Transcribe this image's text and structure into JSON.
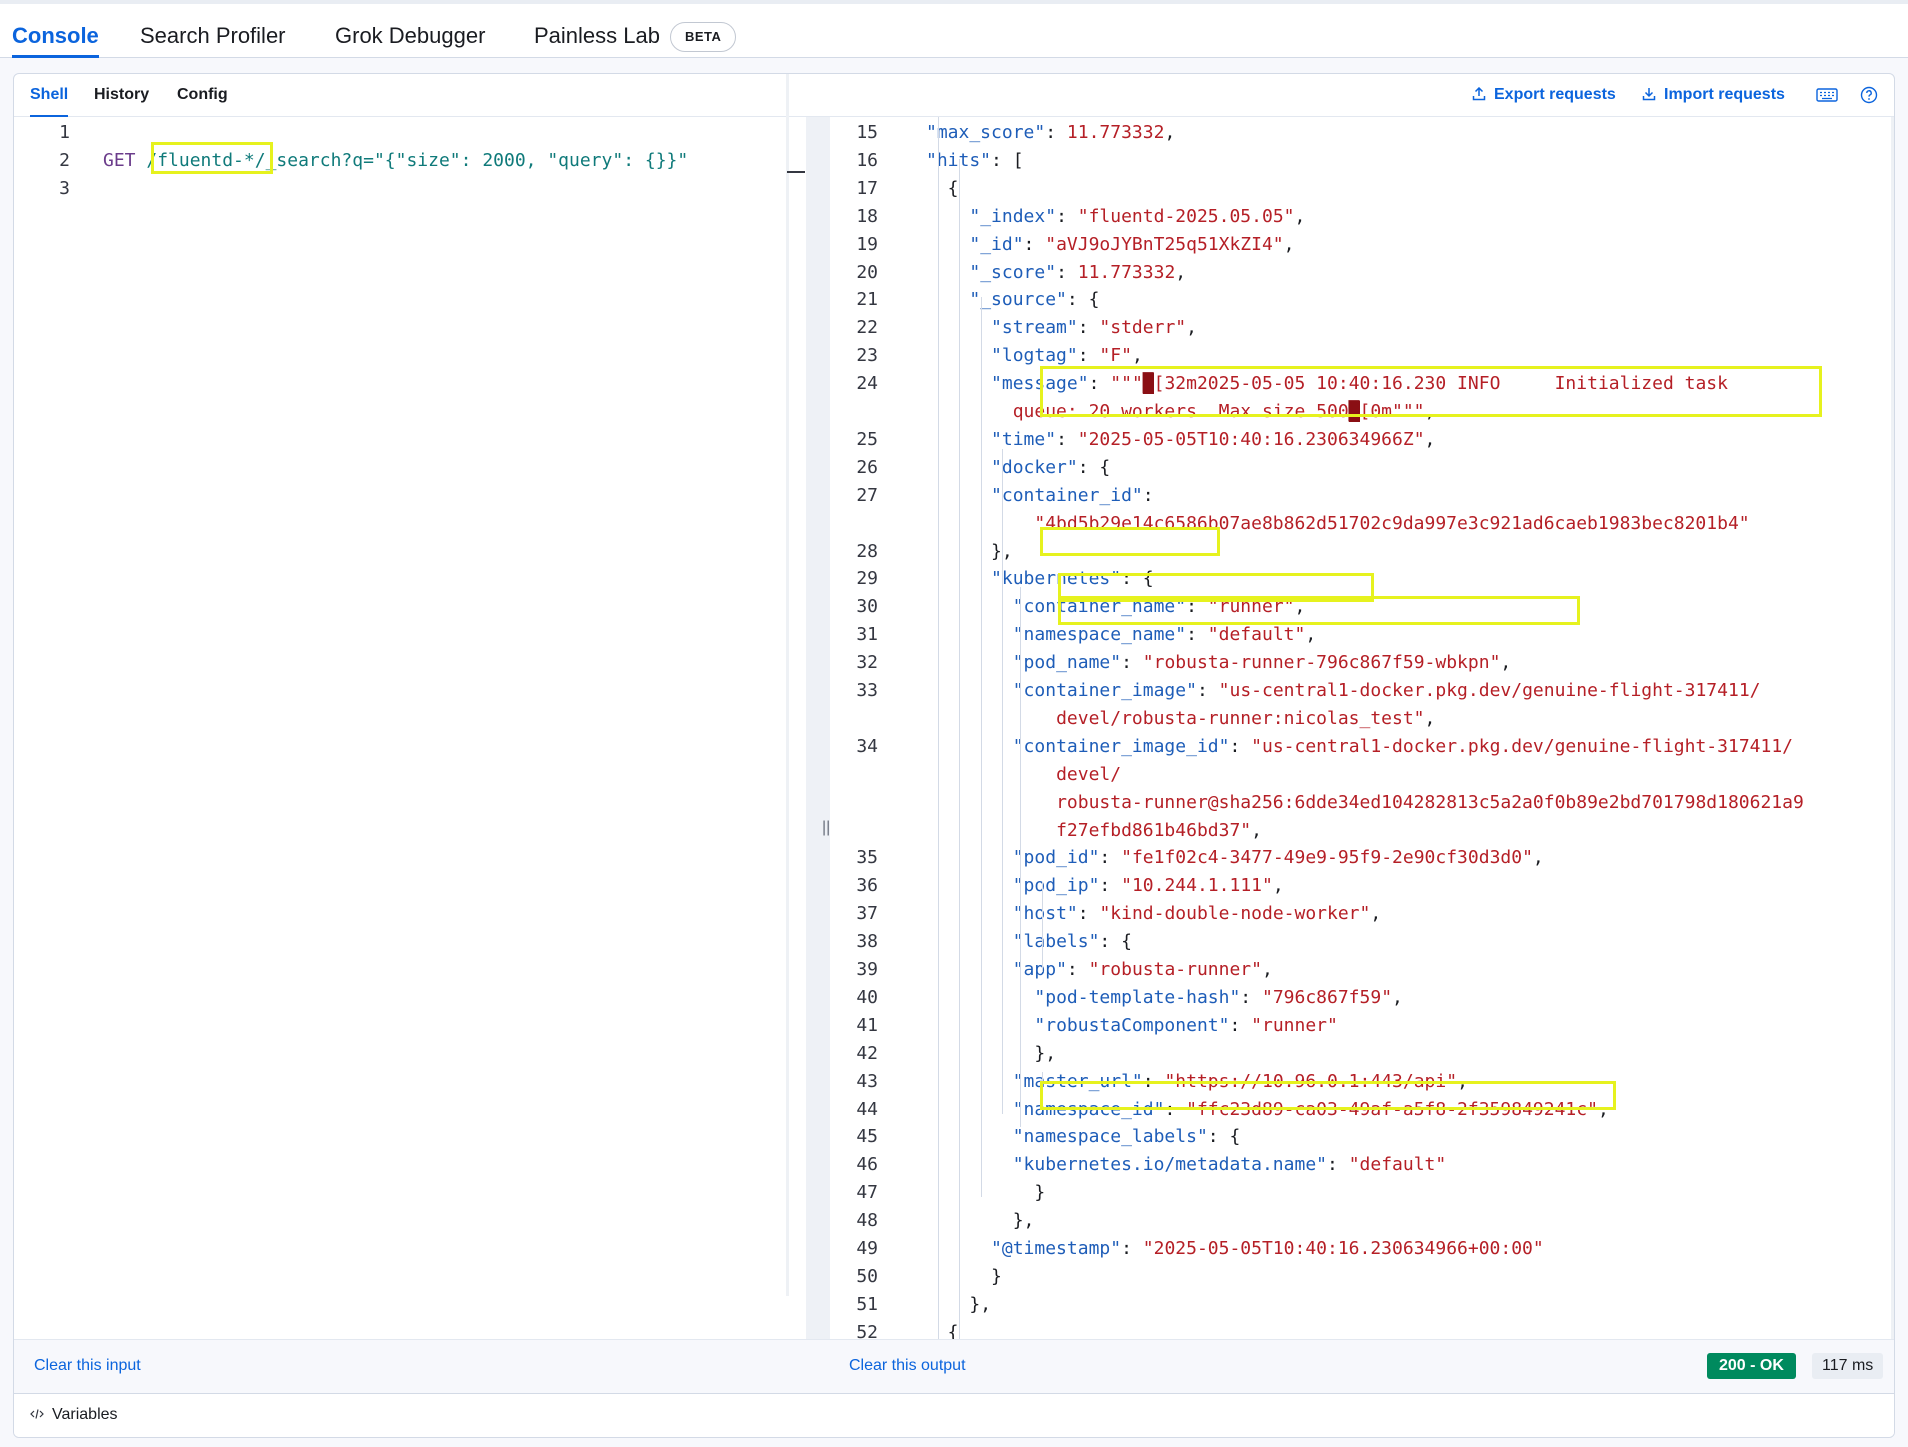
{
  "top_tabs": [
    "Console",
    "Search Profiler",
    "Grok Debugger",
    "Painless Lab"
  ],
  "beta_label": "BETA",
  "sub_tabs": [
    "Shell",
    "History",
    "Config"
  ],
  "toolbar": {
    "export": "Export requests",
    "import": "Import requests"
  },
  "request": {
    "line_numbers": [
      "1",
      "2",
      "3"
    ],
    "method": "GET",
    "path": "/fluentd-*/",
    "rest": "_search?q=\"{\"size\": 2000, \"query\": {}}\""
  },
  "response_lines": [
    {
      "n": "15",
      "t": [
        [
          "k",
          "\"max_score\""
        ],
        [
          "p",
          ": "
        ],
        [
          "n",
          "11.773332"
        ],
        [
          "p",
          ","
        ]
      ]
    },
    {
      "n": "16",
      "t": [
        [
          "k",
          "\"hits\""
        ],
        [
          "p",
          ": ["
        ]
      ]
    },
    {
      "n": "17",
      "t": [
        [
          "p",
          "{"
        ]
      ]
    },
    {
      "n": "18",
      "t": [
        [
          "k",
          "\"_index\""
        ],
        [
          "p",
          ": "
        ],
        [
          "s",
          "\"fluentd-2025.05.05\""
        ],
        [
          "p",
          ","
        ]
      ]
    },
    {
      "n": "19",
      "t": [
        [
          "k",
          "\"_id\""
        ],
        [
          "p",
          ": "
        ],
        [
          "s",
          "\"aVJ9oJYBnT25q51XkZI4\""
        ],
        [
          "p",
          ","
        ]
      ]
    },
    {
      "n": "20",
      "t": [
        [
          "k",
          "\"_score\""
        ],
        [
          "p",
          ": "
        ],
        [
          "n",
          "11.773332"
        ],
        [
          "p",
          ","
        ]
      ]
    },
    {
      "n": "21",
      "t": [
        [
          "k",
          "\"_source\""
        ],
        [
          "p",
          ": {"
        ]
      ]
    },
    {
      "n": "22",
      "t": [
        [
          "k",
          "\"stream\""
        ],
        [
          "p",
          ": "
        ],
        [
          "s",
          "\"stderr\""
        ],
        [
          "p",
          ","
        ]
      ]
    },
    {
      "n": "23",
      "t": [
        [
          "k",
          "\"logtag\""
        ],
        [
          "p",
          ": "
        ],
        [
          "s",
          "\"F\""
        ],
        [
          "p",
          ","
        ]
      ]
    },
    {
      "n": "24",
      "t": [
        [
          "k",
          "\"message\""
        ],
        [
          "p",
          ": "
        ],
        [
          "s",
          "\"\"\""
        ],
        [
          "esc",
          "█"
        ],
        [
          "s",
          "[32m2025-05-05 10:40:16.230 INFO     Initialized task"
        ]
      ]
    },
    {
      "n": "",
      "t": [
        [
          "s",
          "  queue: 20 workers. Max size 500"
        ],
        [
          "esc",
          "█"
        ],
        [
          "s",
          "[0m\"\"\""
        ],
        [
          "p",
          ","
        ]
      ]
    },
    {
      "n": "25",
      "t": [
        [
          "k",
          "\"time\""
        ],
        [
          "p",
          ": "
        ],
        [
          "s",
          "\"2025-05-05T10:40:16.230634966Z\""
        ],
        [
          "p",
          ","
        ]
      ]
    },
    {
      "n": "26",
      "t": [
        [
          "k",
          "\"docker\""
        ],
        [
          "p",
          ": {"
        ]
      ]
    },
    {
      "n": "27",
      "t": [
        [
          "k",
          "\"container_id\""
        ],
        [
          "p",
          ":"
        ]
      ]
    },
    {
      "n": "",
      "t": [
        [
          "s",
          "    \"4bd5b29e14c6586b07ae8b862d51702c9da997e3c921ad6caeb1983bec8201b4\""
        ]
      ]
    },
    {
      "n": "28",
      "t": [
        [
          "p",
          "},"
        ]
      ]
    },
    {
      "n": "29",
      "t": [
        [
          "k",
          "\"kubernetes\""
        ],
        [
          "p",
          ": {"
        ]
      ]
    },
    {
      "n": "30",
      "t": [
        [
          "k",
          "\"container_name\""
        ],
        [
          "p",
          ": "
        ],
        [
          "s",
          "\"runner\""
        ],
        [
          "p",
          ","
        ]
      ]
    },
    {
      "n": "31",
      "t": [
        [
          "k",
          "\"namespace_name\""
        ],
        [
          "p",
          ": "
        ],
        [
          "s",
          "\"default\""
        ],
        [
          "p",
          ","
        ]
      ]
    },
    {
      "n": "32",
      "t": [
        [
          "k",
          "\"pod_name\""
        ],
        [
          "p",
          ": "
        ],
        [
          "s",
          "\"robusta-runner-796c867f59-wbkpn\""
        ],
        [
          "p",
          ","
        ]
      ]
    },
    {
      "n": "33",
      "t": [
        [
          "k",
          "\"container_image\""
        ],
        [
          "p",
          ": "
        ],
        [
          "s",
          "\"us-central1-docker.pkg.dev/genuine-flight-317411/"
        ]
      ]
    },
    {
      "n": "",
      "t": [
        [
          "s",
          "    devel/robusta-runner:nicolas_test\""
        ],
        [
          "p",
          ","
        ]
      ]
    },
    {
      "n": "34",
      "t": [
        [
          "k",
          "\"container_image_id\""
        ],
        [
          "p",
          ": "
        ],
        [
          "s",
          "\"us-central1-docker.pkg.dev/genuine-flight-317411/"
        ]
      ]
    },
    {
      "n": "",
      "t": [
        [
          "s",
          "    devel/"
        ]
      ]
    },
    {
      "n": "",
      "t": [
        [
          "s",
          "    robusta-runner@sha256:6dde34ed104282813c5a2a0f0b89e2bd701798d180621a9"
        ]
      ]
    },
    {
      "n": "",
      "t": [
        [
          "s",
          "    f27efbd861b46bd37\""
        ],
        [
          "p",
          ","
        ]
      ]
    },
    {
      "n": "35",
      "t": [
        [
          "k",
          "\"pod_id\""
        ],
        [
          "p",
          ": "
        ],
        [
          "s",
          "\"fe1f02c4-3477-49e9-95f9-2e90cf30d3d0\""
        ],
        [
          "p",
          ","
        ]
      ]
    },
    {
      "n": "36",
      "t": [
        [
          "k",
          "\"pod_ip\""
        ],
        [
          "p",
          ": "
        ],
        [
          "s",
          "\"10.244.1.111\""
        ],
        [
          "p",
          ","
        ]
      ]
    },
    {
      "n": "37",
      "t": [
        [
          "k",
          "\"host\""
        ],
        [
          "p",
          ": "
        ],
        [
          "s",
          "\"kind-double-node-worker\""
        ],
        [
          "p",
          ","
        ]
      ]
    },
    {
      "n": "38",
      "t": [
        [
          "k",
          "\"labels\""
        ],
        [
          "p",
          ": {"
        ]
      ]
    },
    {
      "n": "39",
      "t": [
        [
          "k",
          "\"app\""
        ],
        [
          "p",
          ": "
        ],
        [
          "s",
          "\"robusta-runner\""
        ],
        [
          "p",
          ","
        ]
      ]
    },
    {
      "n": "40",
      "t": [
        [
          "k",
          "\"pod-template-hash\""
        ],
        [
          "p",
          ": "
        ],
        [
          "s",
          "\"796c867f59\""
        ],
        [
          "p",
          ","
        ]
      ]
    },
    {
      "n": "41",
      "t": [
        [
          "k",
          "\"robustaComponent\""
        ],
        [
          "p",
          ": "
        ],
        [
          "s",
          "\"runner\""
        ]
      ]
    },
    {
      "n": "42",
      "t": [
        [
          "p",
          "},"
        ]
      ]
    },
    {
      "n": "43",
      "t": [
        [
          "k",
          "\"master_url\""
        ],
        [
          "p",
          ": "
        ],
        [
          "s",
          "\"https://10.96.0.1:443/api\""
        ],
        [
          "p",
          ","
        ]
      ]
    },
    {
      "n": "44",
      "t": [
        [
          "k",
          "\"namespace_id\""
        ],
        [
          "p",
          ": "
        ],
        [
          "s",
          "\"ffc23d89-ca03-49af-a5f8-2f359849241c\""
        ],
        [
          "p",
          ","
        ]
      ]
    },
    {
      "n": "45",
      "t": [
        [
          "k",
          "\"namespace_labels\""
        ],
        [
          "p",
          ": {"
        ]
      ]
    },
    {
      "n": "46",
      "t": [
        [
          "k",
          "\"kubernetes.io/metadata.name\""
        ],
        [
          "p",
          ": "
        ],
        [
          "s",
          "\"default\""
        ]
      ]
    },
    {
      "n": "47",
      "t": [
        [
          "p",
          "}"
        ]
      ]
    },
    {
      "n": "48",
      "t": [
        [
          "p",
          "},"
        ]
      ]
    },
    {
      "n": "49",
      "t": [
        [
          "k",
          "\"@timestamp\""
        ],
        [
          "p",
          ": "
        ],
        [
          "s",
          "\"2025-05-05T10:40:16.230634966+00:00\""
        ]
      ]
    },
    {
      "n": "50",
      "t": [
        [
          "p",
          "}"
        ]
      ]
    },
    {
      "n": "51",
      "t": [
        [
          "p",
          "},"
        ]
      ]
    },
    {
      "n": "52",
      "t": [
        [
          "p",
          "{"
        ]
      ]
    }
  ],
  "bottom": {
    "clear_input": "Clear this input",
    "clear_output": "Clear this output",
    "status": "200 - OK",
    "duration": "117 ms",
    "variables": "Variables"
  },
  "colors": {
    "accent": "#0b64dd",
    "highlight": "#e6f21e",
    "success": "#008a5e"
  }
}
